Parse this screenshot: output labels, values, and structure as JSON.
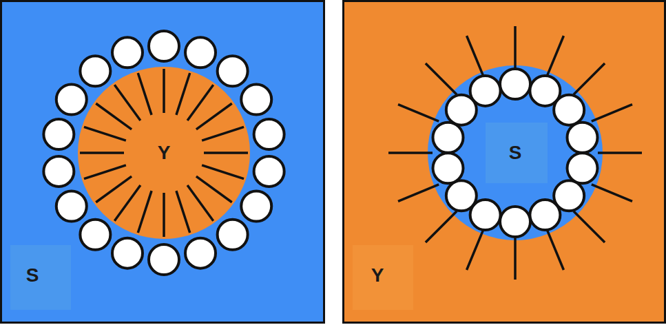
{
  "diagram": {
    "nodes": [
      {
        "text": [
          "S"
        ]
      },
      {
        "text": [
          "Y"
        ],
        "in": 0
      },
      {
        "text": [
          "Y"
        ]
      },
      {
        "text": [
          "S"
        ],
        "in": 2
      }
    ]
  }
}
